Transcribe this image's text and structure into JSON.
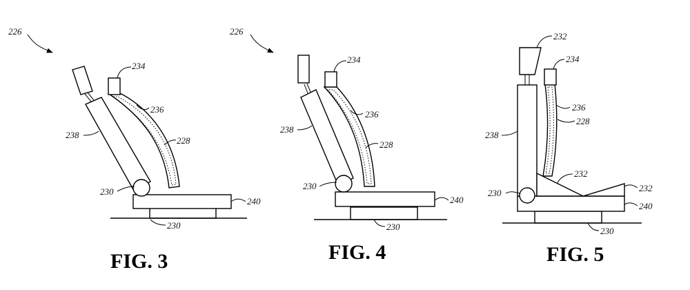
{
  "figures": [
    {
      "caption": "FIG. 3",
      "labels": {
        "ref226": "226",
        "ref234": "234",
        "ref236": "236",
        "ref228": "228",
        "ref238": "238",
        "ref230a": "230",
        "ref240": "240",
        "ref230b": "230"
      }
    },
    {
      "caption": "FIG. 4",
      "labels": {
        "ref226": "226",
        "ref234": "234",
        "ref236": "236",
        "ref228": "228",
        "ref238": "238",
        "ref230a": "230",
        "ref240": "240",
        "ref230b": "230"
      }
    },
    {
      "caption": "FIG. 5",
      "labels": {
        "ref232a": "232",
        "ref234": "234",
        "ref236": "236",
        "ref228": "228",
        "ref238": "238",
        "ref232b": "232",
        "ref230a": "230",
        "ref232c": "232",
        "ref240": "240",
        "ref230b": "230"
      }
    }
  ]
}
